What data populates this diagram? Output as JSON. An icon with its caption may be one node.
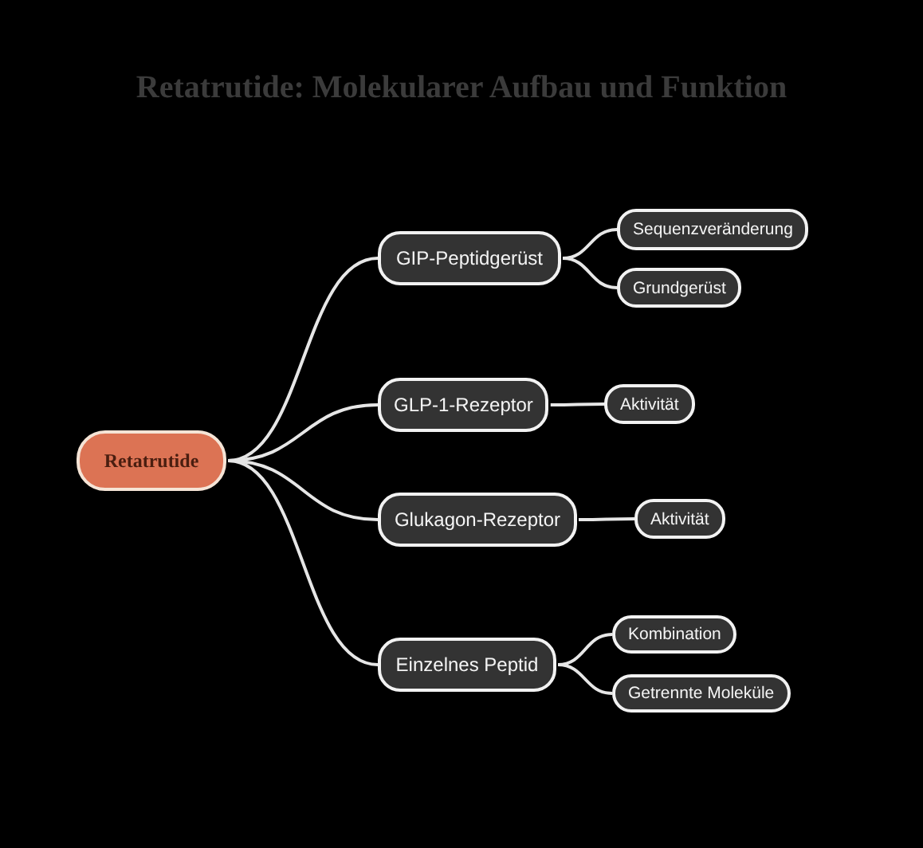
{
  "diagram": {
    "title": "Retatrutide: Molekularer Aufbau und Funktion",
    "nodes": [
      {
        "text": [
          "Retatrutide"
        ]
      },
      {
        "text": [
          "GIP-Peptidgerüst"
        ]
      },
      {
        "text": [
          "Sequenzveränderung"
        ]
      },
      {
        "text": [
          "Grundgerüst"
        ]
      },
      {
        "text": [
          "GLP-1-Rezeptor"
        ]
      },
      {
        "text": [
          "Aktivität"
        ]
      },
      {
        "text": [
          "Glukagon-Rezeptor"
        ]
      },
      {
        "text": [
          "Aktivität"
        ]
      },
      {
        "text": [
          "Einzelnes Peptid"
        ]
      },
      {
        "text": [
          "Kombination"
        ]
      },
      {
        "text": [
          "Getrennte Moleküle"
        ]
      }
    ],
    "edges": [
      {
        "from": 0,
        "to": 1,
        "arrow": "none"
      },
      {
        "from": 0,
        "to": 4,
        "arrow": "none"
      },
      {
        "from": 0,
        "to": 6,
        "arrow": "none"
      },
      {
        "from": 0,
        "to": 8,
        "arrow": "none"
      },
      {
        "from": 1,
        "to": 2,
        "arrow": "none"
      },
      {
        "from": 1,
        "to": 3,
        "arrow": "none"
      },
      {
        "from": 4,
        "to": 5,
        "arrow": "none"
      },
      {
        "from": 6,
        "to": 7,
        "arrow": "none"
      },
      {
        "from": 8,
        "to": 9,
        "arrow": "none"
      },
      {
        "from": 8,
        "to": 10,
        "arrow": "none"
      }
    ]
  }
}
